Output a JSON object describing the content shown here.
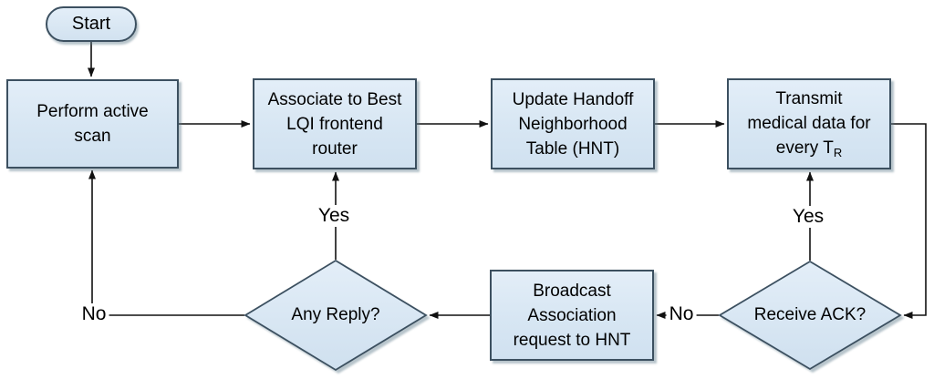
{
  "nodes": {
    "start": {
      "label": "Start"
    },
    "perform_scan": {
      "lines": [
        "Perform active",
        "scan"
      ]
    },
    "associate": {
      "lines": [
        "Associate to Best",
        "LQI frontend",
        "router"
      ]
    },
    "update_hnt": {
      "lines": [
        "Update Handoff",
        "Neighborhood",
        "Table (HNT)"
      ]
    },
    "transmit": {
      "lines": [
        "Transmit",
        "medical data for"
      ],
      "line3_text": "every T",
      "line3_sub": "R"
    },
    "any_reply": {
      "label": "Any Reply?"
    },
    "broadcast": {
      "lines": [
        "Broadcast",
        "Association",
        "request to HNT"
      ]
    },
    "receive_ack": {
      "label": "Receive ACK?"
    }
  },
  "edge_labels": {
    "any_reply_yes": "Yes",
    "any_reply_no": "No",
    "receive_ack_yes": "Yes",
    "receive_ack_no": "No"
  },
  "colors": {
    "node_fill_top": "#e3eef8",
    "node_fill_bottom": "#d0e1f0",
    "node_border": "#3c5060",
    "connector": "#111111",
    "shadow": "#9cb4c2",
    "text": "#000000",
    "background": "#ffffff"
  }
}
